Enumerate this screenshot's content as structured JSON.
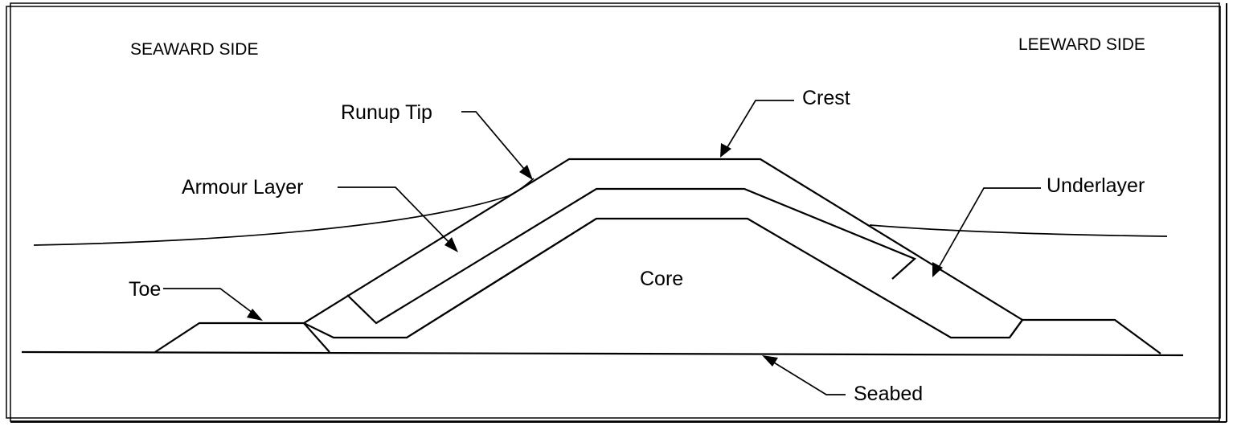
{
  "diagram": {
    "side_labels": {
      "seaward": "SEAWARD SIDE",
      "leeward": "LEEWARD SIDE"
    },
    "parts": {
      "runup_tip": "Runup Tip",
      "crest": "Crest",
      "armour_layer": "Armour Layer",
      "underlayer": "Underlayer",
      "core": "Core",
      "toe": "Toe",
      "seabed": "Seabed"
    },
    "colors": {
      "line": "#000000",
      "background": "#ffffff"
    }
  }
}
